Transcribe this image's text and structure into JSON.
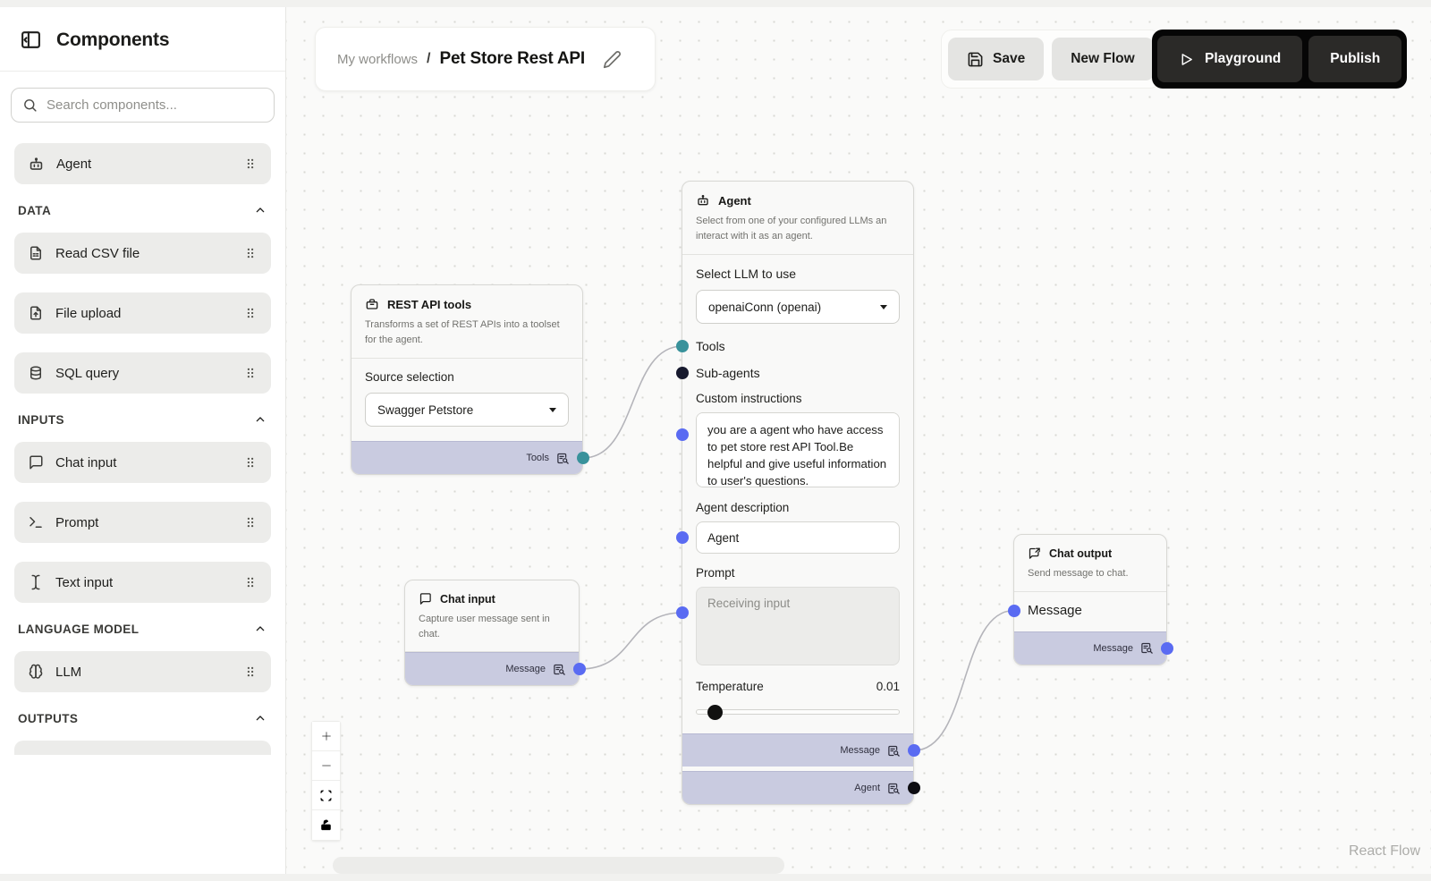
{
  "sidebar": {
    "title": "Components",
    "collapse_icon": "panel-left-close-icon",
    "search": {
      "placeholder": "Search components...",
      "icon": "search-icon"
    },
    "pinned": {
      "label": "Agent",
      "icon": "bot-icon"
    },
    "sections": [
      {
        "label": "DATA",
        "items": [
          {
            "label": "Read CSV file",
            "icon": "file-spreadsheet-icon"
          },
          {
            "label": "File upload",
            "icon": "file-upload-icon"
          },
          {
            "label": "SQL query",
            "icon": "database-icon"
          }
        ]
      },
      {
        "label": "INPUTS",
        "items": [
          {
            "label": "Chat input",
            "icon": "message-square-icon"
          },
          {
            "label": "Prompt",
            "icon": "terminal-icon"
          },
          {
            "label": "Text input",
            "icon": "text-cursor-icon"
          }
        ]
      },
      {
        "label": "LANGUAGE MODEL",
        "items": [
          {
            "label": "LLM",
            "icon": "brain-icon"
          }
        ]
      },
      {
        "label": "OUTPUTS",
        "items": []
      }
    ]
  },
  "header": {
    "breadcrumb": {
      "parent": "My workflows",
      "separator": "/",
      "title": "Pet Store Rest API",
      "edit_icon": "pencil-icon"
    },
    "actions": {
      "save": "Save",
      "new_flow": "New Flow",
      "playground": "Playground",
      "publish": "Publish"
    }
  },
  "canvas": {
    "attribution": "React Flow",
    "colors": {
      "handle_teal": "#39929b",
      "handle_blue": "#5a6bf2",
      "handle_navy": "#171a2e",
      "handle_black": "#0d0d12",
      "edge": "#b4b4ba",
      "port_strip": "#c9cbe0"
    },
    "nodes": {
      "rest_api_tools": {
        "title": "REST API tools",
        "description": "Transforms a set of REST APIs into a toolset for the agent.",
        "source_label": "Source selection",
        "source_value": "Swagger Petstore",
        "output_label": "Tools"
      },
      "agent": {
        "title": "Agent",
        "description": "Select from one of your configured LLMs an interact with it as an agent.",
        "llm_label": "Select LLM to use",
        "llm_value": "openaiConn (openai)",
        "tools_label": "Tools",
        "subagents_label": "Sub-agents",
        "custom_instructions_label": "Custom instructions",
        "custom_instructions_value": "you are a agent who have access to pet store rest API Tool.Be helpful and give useful information to user's questions.",
        "agent_description_label": "Agent description",
        "agent_description_value": "Agent",
        "prompt_label": "Prompt",
        "prompt_placeholder": "Receiving input",
        "temperature_label": "Temperature",
        "temperature_value": "0.01",
        "output_message_label": "Message",
        "output_agent_label": "Agent"
      },
      "chat_input": {
        "title": "Chat input",
        "description": "Capture user message sent in chat.",
        "output_label": "Message"
      },
      "chat_output": {
        "title": "Chat output",
        "description": "Send message to chat.",
        "input_label": "Message",
        "output_label": "Message"
      }
    }
  }
}
